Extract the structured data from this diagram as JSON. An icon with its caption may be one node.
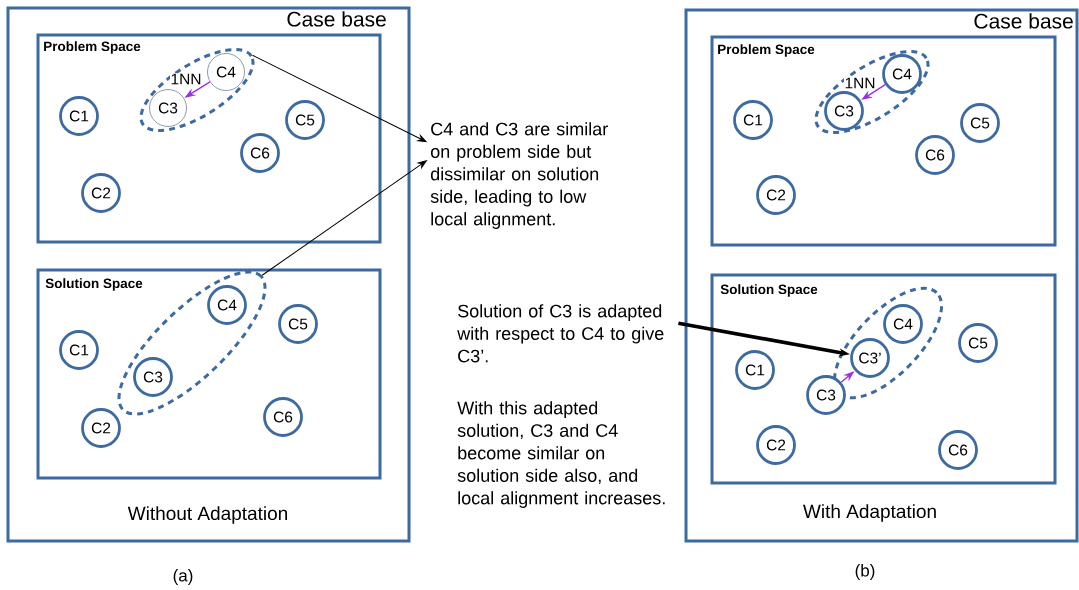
{
  "diagram": {
    "nodes": [
      {
        "text": [
          "Case base",
          "Without Adaptation"
        ]
      },
      {
        "text": [
          "Problem Space"
        ],
        "in": 0
      },
      {
        "text": [],
        "shape": "ellipse",
        "in": 1
      },
      {
        "text": [
          "C3"
        ],
        "in": 2
      },
      {
        "text": [
          "C4"
        ],
        "in": 2
      },
      {
        "text": [
          "C1"
        ],
        "in": 1
      },
      {
        "text": [
          "C2"
        ],
        "in": 1
      },
      {
        "text": [
          "C5"
        ],
        "in": 1
      },
      {
        "text": [
          "C6"
        ],
        "in": 1
      },
      {
        "text": [
          "Solution Space"
        ],
        "in": 0
      },
      {
        "text": [],
        "shape": "ellipse",
        "in": 9
      },
      {
        "text": [
          "C3"
        ],
        "in": 10
      },
      {
        "text": [
          "C4"
        ],
        "in": 10
      },
      {
        "text": [
          "C1"
        ],
        "in": 9
      },
      {
        "text": [
          "C2"
        ],
        "in": 9
      },
      {
        "text": [
          "C5"
        ],
        "in": 9
      },
      {
        "text": [
          "C6"
        ],
        "in": 9
      },
      {
        "text": [
          "C4 and C3 are similar on problem side but dissimilar on solution side, leading to low local alignment."
        ]
      },
      {
        "text": [
          "Case base",
          "With Adaptation"
        ]
      },
      {
        "text": [
          "Problem Space"
        ],
        "in": 18
      },
      {
        "text": [],
        "shape": "ellipse",
        "in": 19
      },
      {
        "text": [
          "C3"
        ],
        "in": 20
      },
      {
        "text": [
          "C4"
        ],
        "in": 20
      },
      {
        "text": [
          "C1"
        ],
        "in": 19
      },
      {
        "text": [
          "C2"
        ],
        "in": 19
      },
      {
        "text": [
          "C5"
        ],
        "in": 19
      },
      {
        "text": [
          "C6"
        ],
        "in": 19
      },
      {
        "text": [
          "Solution Space"
        ],
        "in": 18
      },
      {
        "text": [],
        "shape": "ellipse",
        "in": 27
      },
      {
        "text": [
          "C3’"
        ],
        "in": 28
      },
      {
        "text": [
          "C4"
        ],
        "in": 28
      },
      {
        "text": [
          "C1"
        ],
        "in": 27
      },
      {
        "text": [
          "C2"
        ],
        "in": 27
      },
      {
        "text": [
          "C3"
        ],
        "in": 27
      },
      {
        "text": [
          "C5"
        ],
        "in": 27
      },
      {
        "text": [
          "C6"
        ],
        "in": 27
      },
      {
        "text": [
          "Solution of C3 is adapted with respect to C4 to give C3’."
        ]
      }
    ],
    "edges": [
      {
        "from": 2,
        "to": 17,
        "arrow": "to"
      },
      {
        "from": 10,
        "to": 17,
        "arrow": "to"
      },
      {
        "from": 4,
        "to": 3,
        "arrow": "to",
        "label": "1NN",
        "color": "#9b30e6"
      },
      {
        "from": 22,
        "to": 21,
        "arrow": "to",
        "label": "1NN",
        "color": "#9b30e6"
      },
      {
        "from": 36,
        "to": 29,
        "arrow": "to",
        "style": "thick"
      },
      {
        "from": 33,
        "to": 29,
        "arrow": "to",
        "color": "#9b30e6"
      }
    ],
    "labels": [
      "With this adapted solution, C3 and C4 become similar on solution side also, and local alignment increases.",
      "(a)",
      "(b)"
    ]
  }
}
